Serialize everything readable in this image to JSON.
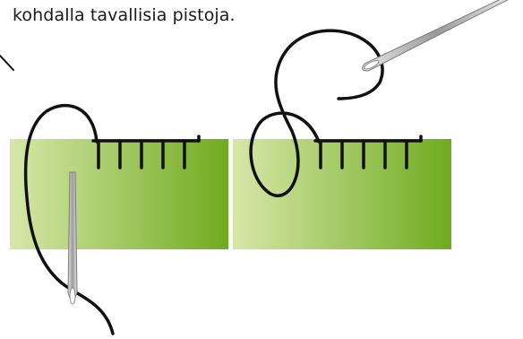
{
  "caption": {
    "text": "kohdalla tavallisia pistoja."
  },
  "colors": {
    "fabric_light": "#d7e7a9",
    "fabric_dark": "#6fab1f",
    "thread": "#111111",
    "needle_body": "#c9c9c9",
    "needle_edge": "#7a7a7a"
  },
  "panels": [
    {
      "name": "left-stitch-step",
      "stitches": 5
    },
    {
      "name": "right-stitch-step",
      "stitches": 5
    }
  ]
}
